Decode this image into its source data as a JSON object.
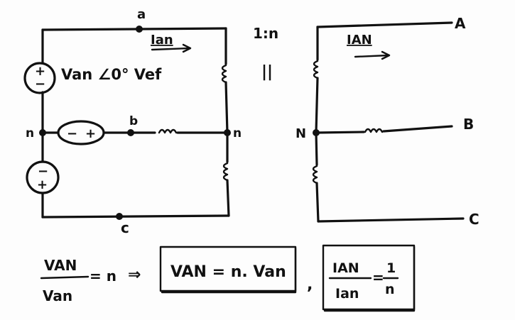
{
  "primary": {
    "node_a": "a",
    "node_b": "b",
    "node_c": "c",
    "node_n_left": "n",
    "node_n_right": "n",
    "current_label": "Ian",
    "source_a_label": "Van ∠0° Vef",
    "source_a_sign_top": "+",
    "source_a_sign_bottom": "−",
    "source_b_minus": "−",
    "source_b_plus": "+",
    "source_c_sign_top": "−",
    "source_c_sign_bottom": "+"
  },
  "transformer": {
    "ratio": "1:n",
    "core_symbol": "||"
  },
  "secondary": {
    "node_A": "A",
    "node_B": "B",
    "node_C": "C",
    "node_N": "N",
    "current_label": "IAN"
  },
  "equations": {
    "ratio_numerator": "VAN",
    "ratio_denominator": "Van",
    "ratio_result": "= n",
    "arrow": "⇒",
    "boxed_voltage": "VAN = n. Van",
    "separator": ",",
    "current_numerator": "IAN",
    "current_denominator": "Ian",
    "current_equals": "=",
    "current_result_num": "1",
    "current_result_den": "n"
  }
}
